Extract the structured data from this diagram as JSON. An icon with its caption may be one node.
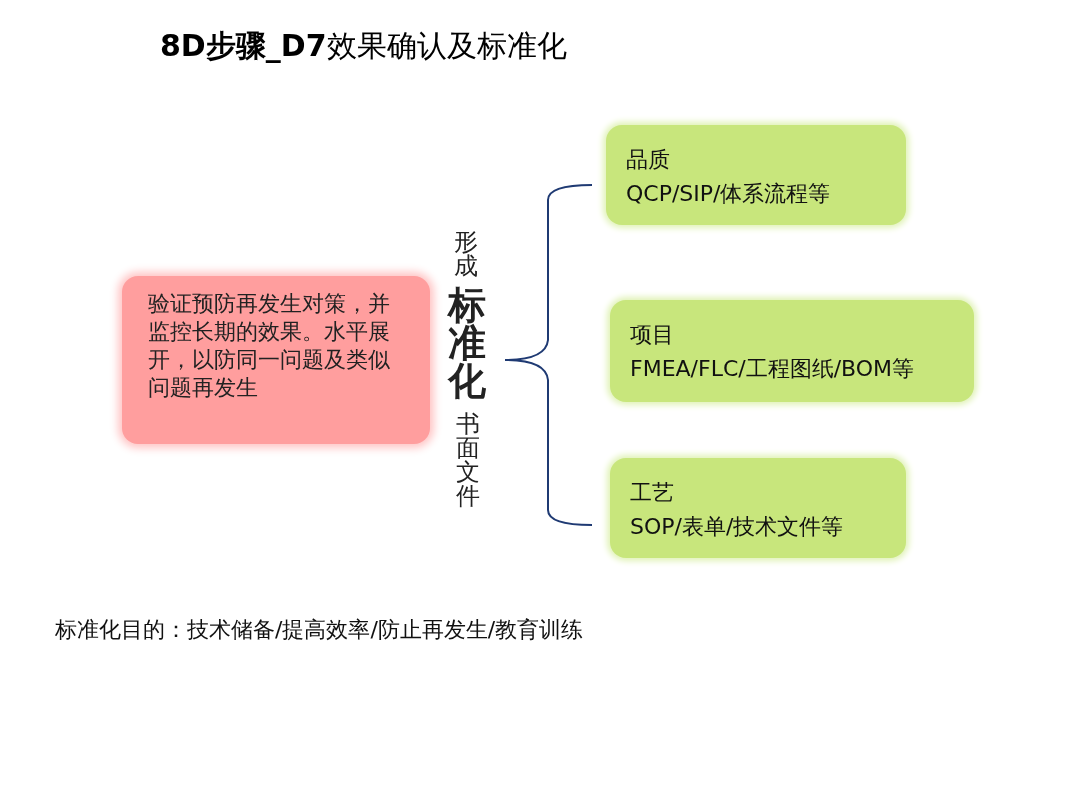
{
  "diagram": {
    "title": "**8D步骤_D7**效果确认及标准化",
    "nodes": [
      {
        "text": [
          "验证预防再发生对策，并监控长期的效果。水平展开，以防同一问题及类似问题再发生"
        ]
      },
      {
        "text": [
          "品质",
          "QCP/SIP/体系流程等"
        ]
      },
      {
        "text": [
          "项目",
          "FMEA/FLC/工程图纸/BOM等"
        ]
      },
      {
        "text": [
          "工艺",
          "SOP/表单/技术文件等"
        ]
      }
    ],
    "labels": [
      "形成",
      "标准化",
      "书面文件",
      "标准化目的：技术储备/提高效率/防止再发生/教育训练"
    ]
  }
}
